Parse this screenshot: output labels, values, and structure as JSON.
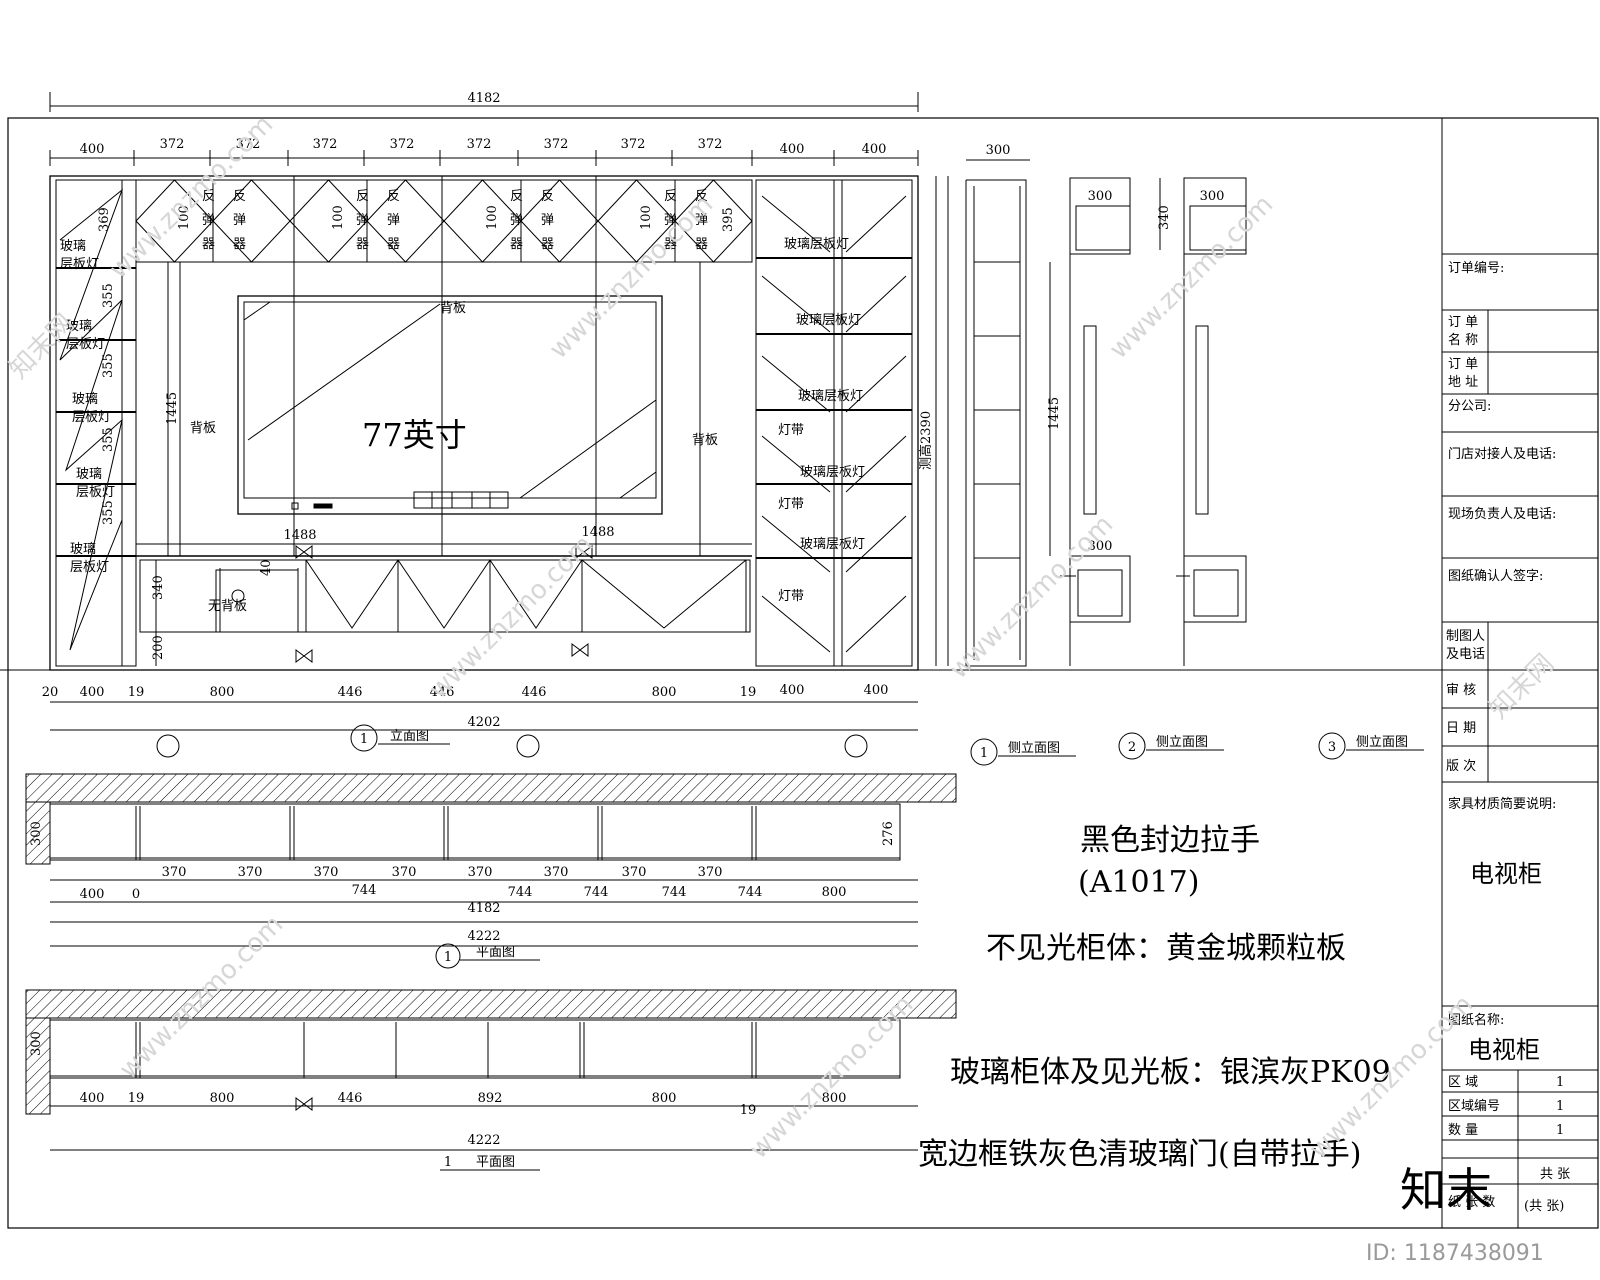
{
  "elevation": {
    "overall_width": "4182",
    "top_dims": [
      "400",
      "372",
      "372",
      "372",
      "372",
      "372",
      "372",
      "372",
      "372",
      "400",
      "400"
    ],
    "tv_label": "77英寸",
    "back_panel": "背板",
    "spring_top": "反",
    "spring_mid": "弹",
    "spring_bot": "器",
    "spring_gap": "100",
    "spring_gap_last": "395",
    "top_row_height": "369",
    "row_height": "355",
    "left_shelf_light": [
      "玻璃",
      "层板灯"
    ],
    "right_shelf_light": "玻璃层板灯",
    "light_strip": "灯带",
    "tv_height": "1445",
    "total_height": "测高2390",
    "tv_base_widths": [
      "1488",
      "1488"
    ],
    "base_dims": [
      "340",
      "200",
      "40"
    ],
    "no_back_panel": "无背板",
    "bottom_dims": [
      "20",
      "400",
      "19",
      "800",
      "446",
      "446",
      "446",
      "800",
      "19",
      "400",
      "400"
    ],
    "bottom_total": "4202",
    "view_num": "1",
    "view_label": "立面图"
  },
  "side_views": {
    "depth": "300",
    "upper_height": "340",
    "side_height": "1445",
    "items": [
      {
        "num": "1",
        "label": "侧立面图"
      },
      {
        "num": "2",
        "label": "侧立面图"
      },
      {
        "num": "3",
        "label": "侧立面图"
      }
    ]
  },
  "plan_top": {
    "depth": "300",
    "right_height": "276",
    "row1": [
      "370",
      "370",
      "370",
      "370",
      "370",
      "370",
      "370",
      "370"
    ],
    "row2": [
      "400",
      "0",
      "744",
      "744",
      "744",
      "744",
      "744",
      "800"
    ],
    "total1": "4182",
    "total2": "4222",
    "num": "1",
    "label": "平面图"
  },
  "plan_bottom": {
    "depth": "300",
    "dims": [
      "400",
      "19",
      "800",
      "446",
      "892",
      "800",
      "19",
      "800"
    ],
    "total": "4222",
    "num": "1",
    "label": "平面图"
  },
  "notes": {
    "handle": "黑色封边拉手",
    "handle_code": "(A1017)",
    "body": "不见光柜体：黄金城颗粒板",
    "glass_body": "玻璃柜体及见光板：银滨灰PK09",
    "door": "宽边框铁灰色清玻璃门(自带拉手)"
  },
  "title_block": {
    "order_no": "订单编号:",
    "order_name": [
      "订 单",
      "名 称"
    ],
    "order_addr": [
      "订 单",
      "地 址"
    ],
    "branch": "分公司:",
    "store_contact": "门店对接人及电话:",
    "site_contact": "现场负责人及电话:",
    "confirm_sign": "图纸确认人签字:",
    "drafter": [
      "制图人",
      "及电话"
    ],
    "review": "审 核",
    "date": "日 期",
    "version": "版 次",
    "material_title": "家具材质简要说明:",
    "material_value": "电视柜",
    "drawing_name_title": "图纸名称:",
    "drawing_name": "电视柜",
    "region": "区 域",
    "region_val": "1",
    "region_code": "区域编号",
    "region_code_val": "1",
    "count": "数 量",
    "count_val": "1",
    "sheet_total": "共 张",
    "sheet_label": "纸 张 数",
    "sheet_of": "(共 张)"
  },
  "watermark": {
    "site": "www.znzmo.com",
    "brand": "知末网",
    "logo": "知末",
    "id": "ID: 1187438091"
  }
}
